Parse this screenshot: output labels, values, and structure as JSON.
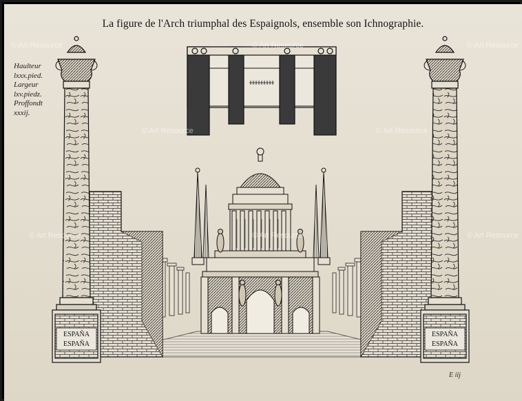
{
  "page": {
    "title": "La figure de l'Arch triumphal des Espaignols, ensemble son Ichnographie.",
    "dimensions_note": [
      "Haulteur",
      "lxxx.pied.",
      "Largeur",
      "lxv.piedz.",
      "Proffondt",
      "xxxij."
    ],
    "base_inscription_left": [
      "ESPAÑA",
      "ESPAÑA"
    ],
    "base_inscription_right": [
      "ESPAÑA",
      "ESPAÑA"
    ],
    "folio": "E iij"
  },
  "watermark": {
    "text": "© Art Resource",
    "color": "#ffffff"
  },
  "colors": {
    "paper": "#e6e0d3",
    "ink": "#141414"
  }
}
